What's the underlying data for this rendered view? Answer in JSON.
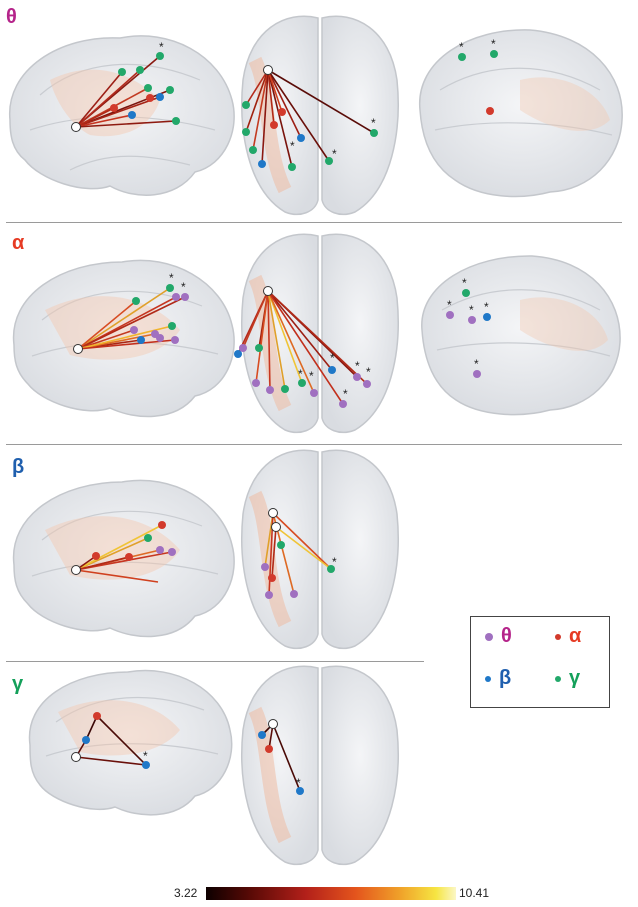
{
  "bands": [
    {
      "key": "theta",
      "label": "θ",
      "color": "#b5248a"
    },
    {
      "key": "alpha",
      "label": "α",
      "color": "#e63b24"
    },
    {
      "key": "beta",
      "label": "β",
      "color": "#1f5fae"
    },
    {
      "key": "gamma",
      "label": "γ",
      "color": "#14a05a"
    }
  ],
  "legend": {
    "items": [
      {
        "label": "θ",
        "color": "#b5248a",
        "dot": "#a070c0"
      },
      {
        "label": "α",
        "color": "#e63b24",
        "dot": "#d23a2c"
      },
      {
        "label": "β",
        "color": "#1f5fae",
        "dot": "#1f78c8"
      },
      {
        "label": "γ",
        "color": "#14a05a",
        "dot": "#22a86a"
      }
    ]
  },
  "colorbar": {
    "min": "3.22",
    "max": "10.41"
  },
  "significance_marker": "*"
}
